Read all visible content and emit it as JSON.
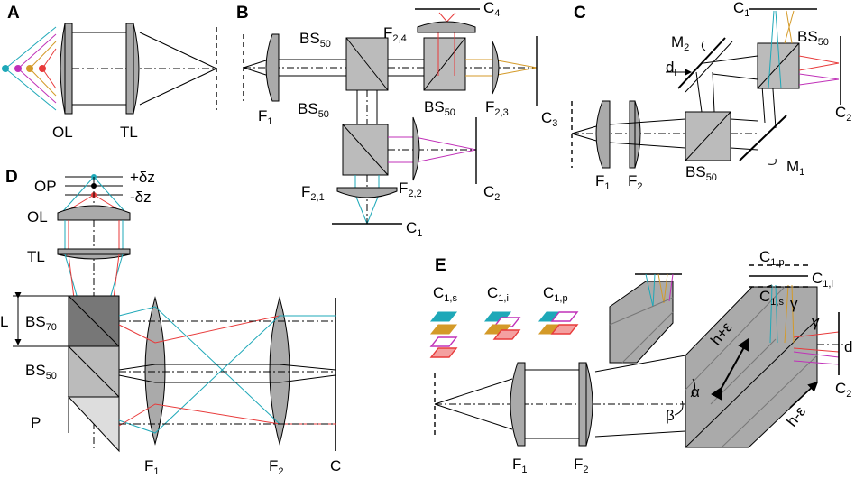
{
  "colors": {
    "cyan": "#1ea8b8",
    "magenta": "#c030b8",
    "orange": "#d49a28",
    "red": "#e83a3a",
    "gray_element": "#aaaaaa",
    "dark_gray": "#777777"
  },
  "panels": {
    "A": {
      "label": "A",
      "ol": "OL",
      "tl": "TL"
    },
    "B": {
      "label": "B",
      "bs50_top": "BS",
      "bs50_top_sub": "50",
      "bs50_right": "BS",
      "bs50_right_sub": "50",
      "bs50_lower": "BS",
      "bs50_lower_sub": "50",
      "f1": "F",
      "f1_sub": "1",
      "f24": "F",
      "f24_sub": "2,4",
      "f23": "F",
      "f23_sub": "2,3",
      "f22": "F",
      "f22_sub": "2,2",
      "f21": "F",
      "f21_sub": "2,1",
      "c1": "C",
      "c1_sub": "1",
      "c2": "C",
      "c2_sub": "2",
      "c3": "C",
      "c3_sub": "3",
      "c4": "C",
      "c4_sub": "4"
    },
    "C": {
      "label": "C",
      "c1": "C",
      "c1_sub": "1",
      "c2": "C",
      "c2_sub": "2",
      "bs50_top": "BS",
      "bs50_top_sub": "50",
      "bs50_mid": "BS",
      "bs50_mid_sub": "50",
      "m1": "M",
      "m1_sub": "1",
      "m2": "M",
      "m2_sub": "2",
      "dl": "d",
      "dl_sub": "l",
      "f1": "F",
      "f1_sub": "1",
      "f2": "F",
      "f2_sub": "2"
    },
    "D": {
      "label": "D",
      "op": "OP",
      "ol": "OL",
      "tl": "TL",
      "plus_dz": "+δz",
      "minus_dz": "-δz",
      "l": "L",
      "bs70": "BS",
      "bs70_sub": "70",
      "bs50": "BS",
      "bs50_sub": "50",
      "p": "P",
      "f1": "F",
      "f1_sub": "1",
      "f2": "F",
      "f2_sub": "2",
      "c": "C"
    },
    "E": {
      "label": "E",
      "c1s": "C",
      "c1s_sub": "1,s",
      "c1i": "C",
      "c1i_sub": "1,i",
      "c1p": "C",
      "c1p_sub": "1,p",
      "c1p_r": "C",
      "c1p_r_sub": "1,p",
      "c1s_r": "C",
      "c1s_r_sub": "1,s",
      "c1i_r": "C",
      "c1i_r_sub": "1,i",
      "c2": "C",
      "c2_sub": "2",
      "gamma1": "γ",
      "gamma2": "γ",
      "h_plus": "h+ε",
      "h_minus": "h-ε",
      "alpha": "α",
      "beta": "β",
      "d": "d",
      "f1": "F",
      "f1_sub": "1",
      "f2": "F",
      "f2_sub": "2"
    }
  }
}
